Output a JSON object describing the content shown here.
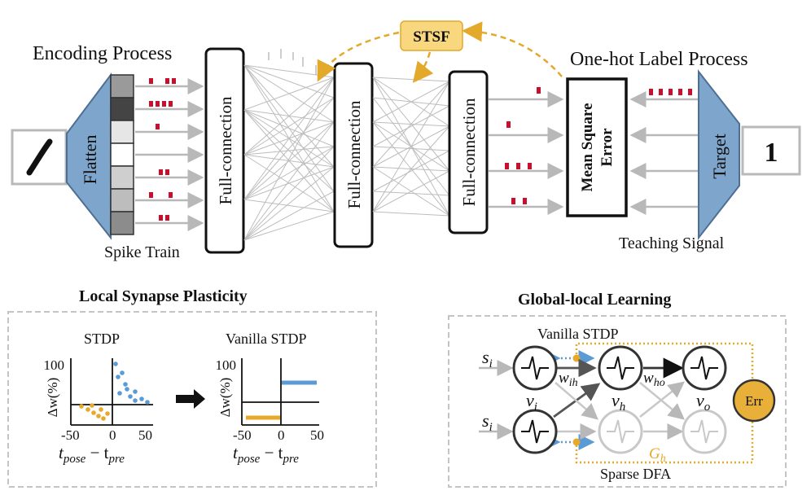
{
  "encoding": {
    "title": "Encoding Process",
    "flatten_label": "Flatten",
    "spike_train_label": "Spike Train",
    "input_digit": "/"
  },
  "network": {
    "layer1_label": "Full-connection",
    "layer2_label": "Full-connection",
    "layer3_label": "Full-connection",
    "stsf_label": "STSF",
    "mse_label_line1": "Mean Square",
    "mse_label_line2": "Error"
  },
  "label_process": {
    "title": "One-hot Label Process",
    "target_label": "Target",
    "teaching_signal_label": "Teaching Signal",
    "output_digit": "1"
  },
  "local_plasticity": {
    "title": "Local Synapse Plasticity",
    "stdp_title": "STDP",
    "vanilla_title": "Vanilla  STDP",
    "y_label": "Δw(%)",
    "x_label": "t",
    "x_label_sub1": "pose",
    "x_label_mid": " − t",
    "x_label_sub2": "pre",
    "y_tick_100": "100",
    "x_tick_neg50": "-50",
    "x_tick_0": "0",
    "x_tick_50": "50"
  },
  "global_local": {
    "title": "Global-local Learning",
    "vanilla_stdp_label": "Vanilla  STDP",
    "si_label": "s",
    "si_sub": "i",
    "vi_label": "v",
    "vi_sub": "i",
    "vh_label": "v",
    "vh_sub": "h",
    "vo_label": "v",
    "vo_sub": "o",
    "wih_label": "w",
    "wih_sub": "ih",
    "who_label": "w",
    "who_sub": "ho",
    "gh_label": "G",
    "gh_sub": "h",
    "err_label": "Err",
    "sparse_dfa_label": "Sparse DFA"
  },
  "colors": {
    "spike_red": "#c8102e",
    "flatten_blue": "#7ea6cc",
    "stsf_fill": "#f9d77e",
    "dashed_orange": "#e3a92b",
    "dot_blue": "#5b9bd5",
    "dot_orange": "#e8a82a",
    "err_fill": "#e8b038",
    "gh_orange": "#e8a82a"
  }
}
